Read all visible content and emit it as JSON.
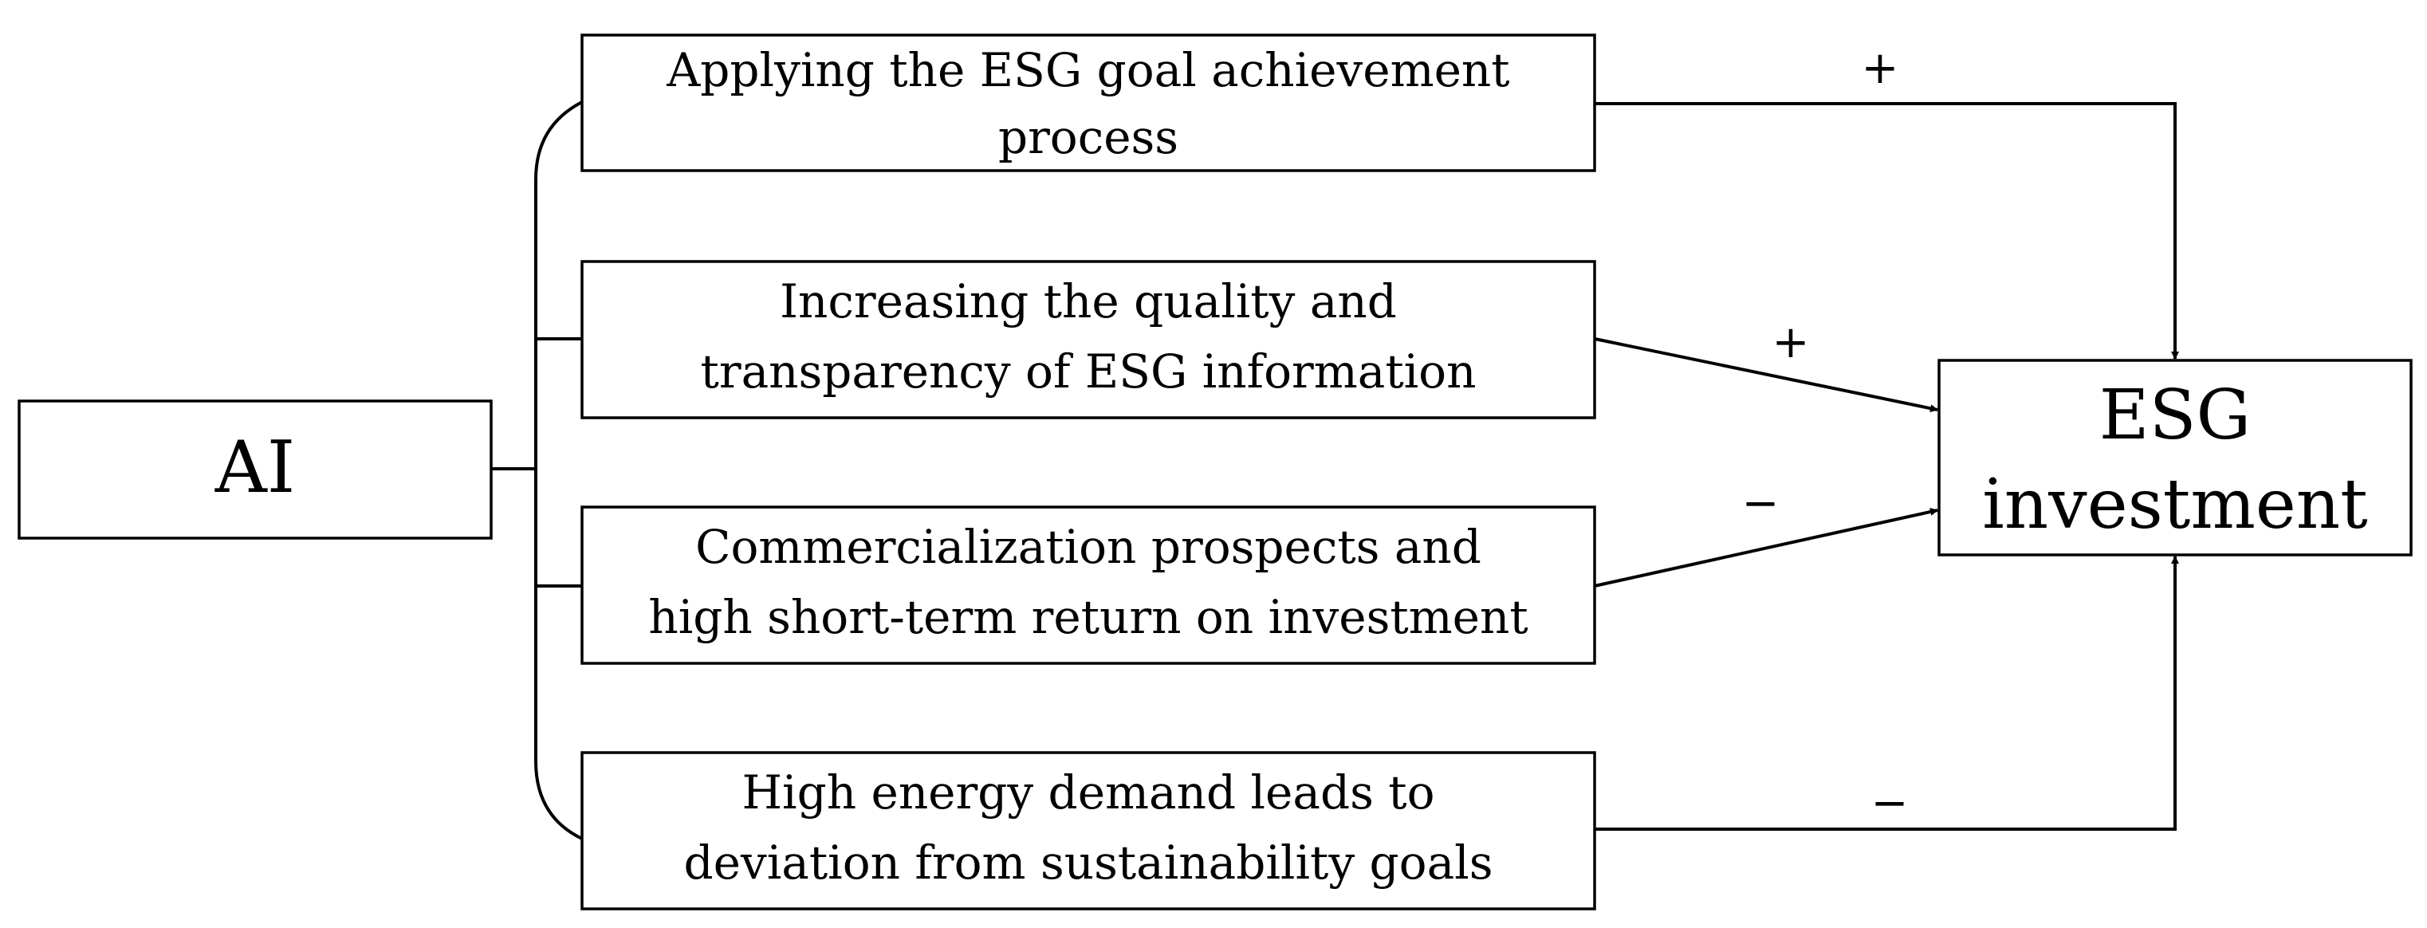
{
  "diagram": {
    "source": {
      "label": "AI"
    },
    "mechanisms": [
      {
        "line1": "Applying the ESG goal achievement",
        "line2": "process",
        "effect": "+"
      },
      {
        "line1": "Increasing the quality and",
        "line2": "transparency of ESG information",
        "effect": "+"
      },
      {
        "line1": "Commercialization prospects and",
        "line2": "high short-term return on investment",
        "effect": "−"
      },
      {
        "line1": "High energy demand leads to",
        "line2": "deviation from sustainability goals",
        "effect": "−"
      }
    ],
    "target": {
      "line1": "ESG",
      "line2": "investment"
    },
    "colors": {
      "stroke": "#000000",
      "background": "#ffffff"
    }
  }
}
